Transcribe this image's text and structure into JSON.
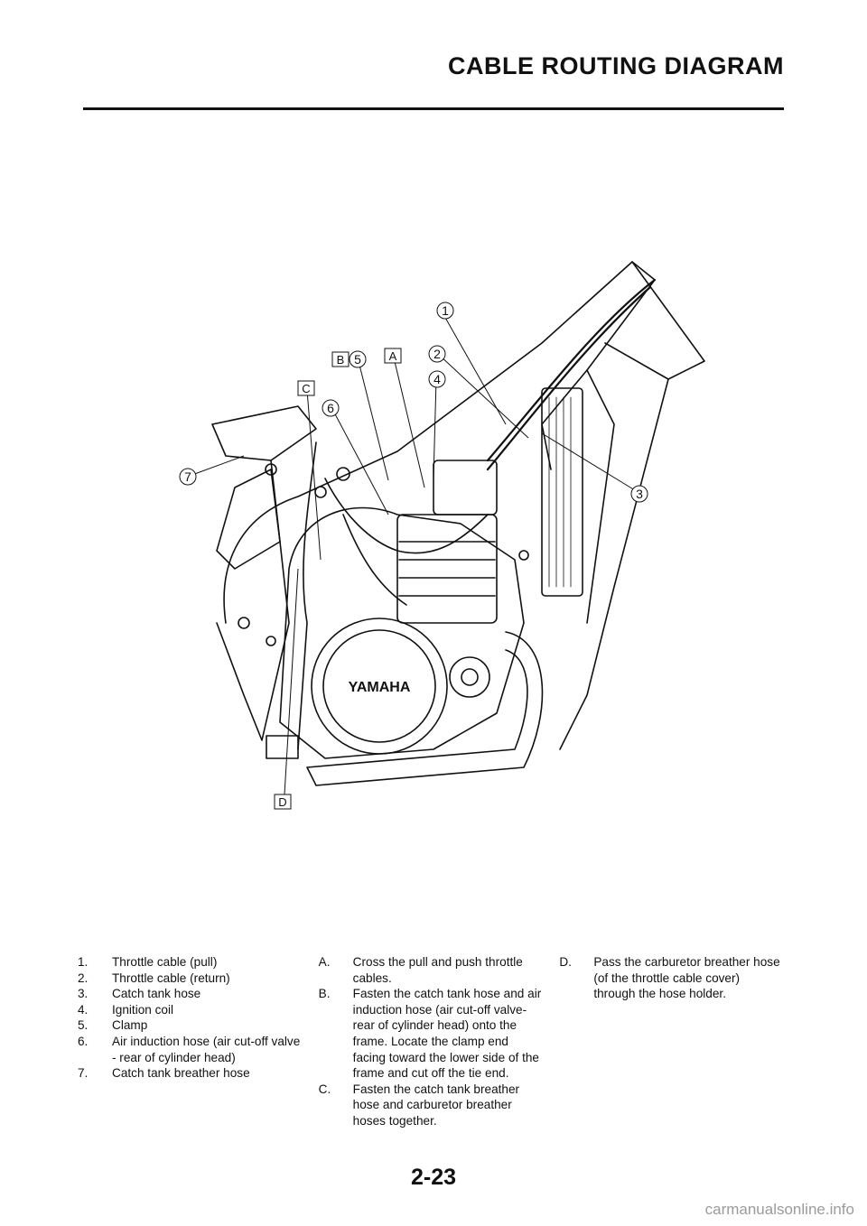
{
  "header": {
    "title": "CABLE ROUTING DIAGRAM"
  },
  "diagram": {
    "callouts_num": [
      "1",
      "2",
      "3",
      "4",
      "5",
      "6",
      "7"
    ],
    "callouts_letter": [
      "A",
      "B",
      "C",
      "D"
    ],
    "brand": "YAMAHA"
  },
  "parts": [
    {
      "key": "1.",
      "text": "Throttle cable (pull)"
    },
    {
      "key": "2.",
      "text": "Throttle cable (return)"
    },
    {
      "key": "3.",
      "text": "Catch tank hose"
    },
    {
      "key": "4.",
      "text": "Ignition coil"
    },
    {
      "key": "5.",
      "text": "Clamp"
    },
    {
      "key": "6.",
      "text": "Air induction hose (air cut-off valve - rear of cylinder head)"
    },
    {
      "key": "7.",
      "text": "Catch tank breather hose"
    }
  ],
  "notes_a": [
    {
      "key": "A.",
      "text": "Cross the pull and push throttle cables."
    },
    {
      "key": "B.",
      "text": "Fasten the catch tank hose and air induction hose (air cut-off valve-rear of cylinder head) onto the frame. Locate the clamp end facing toward the lower side of the frame and cut off the tie end."
    },
    {
      "key": "C.",
      "text": "Fasten the catch tank breather hose and carburetor breather hoses together."
    }
  ],
  "notes_b": [
    {
      "key": "D.",
      "text": "Pass the carburetor breather hose (of the throttle cable cover) through the hose holder."
    }
  ],
  "page_number": "2-23",
  "watermark": "carmanualsonline.info"
}
